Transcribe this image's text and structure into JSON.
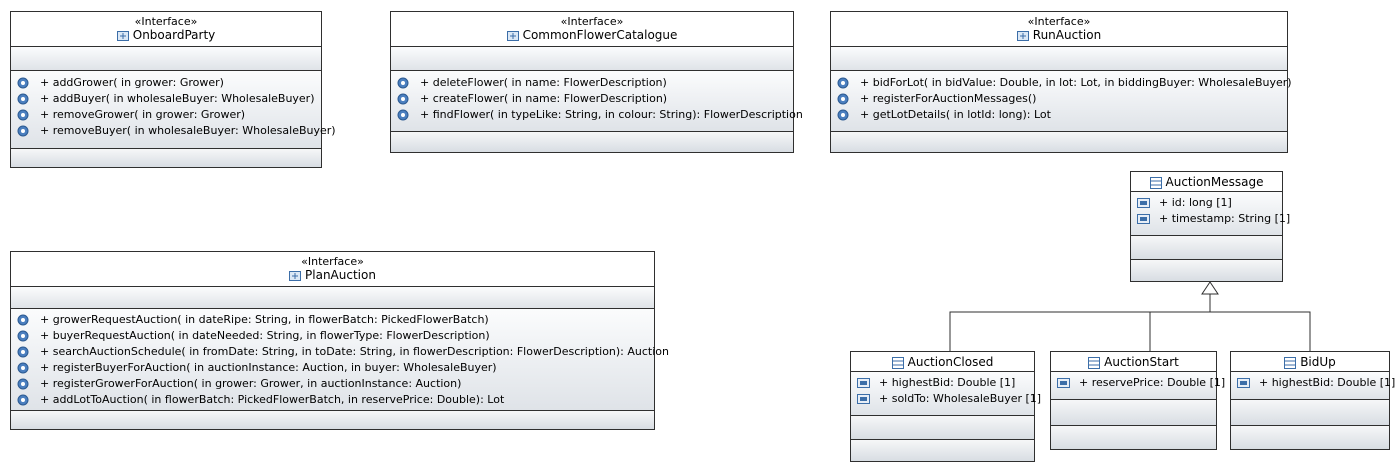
{
  "interfaces": [
    {
      "id": "onboard",
      "stereotype": "«Interface»",
      "name": "OnboardParty",
      "operations": [
        "+ addGrower(  in grower: Grower)",
        "+ addBuyer(  in wholesaleBuyer: WholesaleBuyer)",
        "+ removeGrower(  in grower: Grower)",
        "+ removeBuyer(  in wholesaleBuyer: WholesaleBuyer)"
      ]
    },
    {
      "id": "catalogue",
      "stereotype": "«Interface»",
      "name": "CommonFlowerCatalogue",
      "operations": [
        "+ deleteFlower(  in name: FlowerDescription)",
        "+ createFlower(  in name: FlowerDescription)",
        "+ findFlower(  in typeLike: String,   in colour: String): FlowerDescription"
      ]
    },
    {
      "id": "runauction",
      "stereotype": "«Interface»",
      "name": "RunAuction",
      "operations": [
        "+ bidForLot(  in bidValue: Double,   in lot: Lot,   in biddingBuyer: WholesaleBuyer)",
        "+ registerForAuctionMessages()",
        "+ getLotDetails(  in lotId: long): Lot"
      ]
    },
    {
      "id": "planauction",
      "stereotype": "«Interface»",
      "name": "PlanAuction",
      "operations": [
        "+ growerRequestAuction(  in dateRipe: String,   in flowerBatch: PickedFlowerBatch)",
        "+ buyerRequestAuction(  in dateNeeded: String,   in flowerType: FlowerDescription)",
        "+ searchAuctionSchedule(  in fromDate: String,   in toDate: String,   in flowerDescription: FlowerDescription): Auction",
        "+ registerBuyerForAuction(  in auctionInstance: Auction,   in buyer: WholesaleBuyer)",
        "+ registerGrowerForAuction(  in grower: Grower,   in auctionInstance: Auction)",
        "+ addLotToAuction(  in flowerBatch: PickedFlowerBatch,   in reservePrice: Double): Lot"
      ]
    }
  ],
  "classes": [
    {
      "id": "auctionmessage",
      "name": "AuctionMessage",
      "attributes": [
        "+ id: long [1]",
        "+ timestamp: String [1]"
      ]
    },
    {
      "id": "auctionclosed",
      "name": "AuctionClosed",
      "attributes": [
        "+ highestBid: Double [1]",
        "+ soldTo: WholesaleBuyer [1]"
      ]
    },
    {
      "id": "auctionstart",
      "name": "AuctionStart",
      "attributes": [
        "+ reservePrice: Double [1]"
      ]
    },
    {
      "id": "bidup",
      "name": "BidUp",
      "attributes": [
        "+ highestBid: Double [1]"
      ]
    }
  ],
  "generalizations": [
    {
      "from": "AuctionClosed",
      "to": "AuctionMessage"
    },
    {
      "from": "AuctionStart",
      "to": "AuctionMessage"
    },
    {
      "from": "BidUp",
      "to": "AuctionMessage"
    }
  ],
  "colors": {
    "border": "#2f2f2f",
    "icon_blue": "#3c6ea8",
    "section_top": "#fbfcfd",
    "section_bottom": "#dfe3e8"
  },
  "icons": {
    "interface": "interface-icon",
    "class": "class-icon",
    "operation": "operation-gear-icon",
    "attribute": "attribute-icon"
  }
}
